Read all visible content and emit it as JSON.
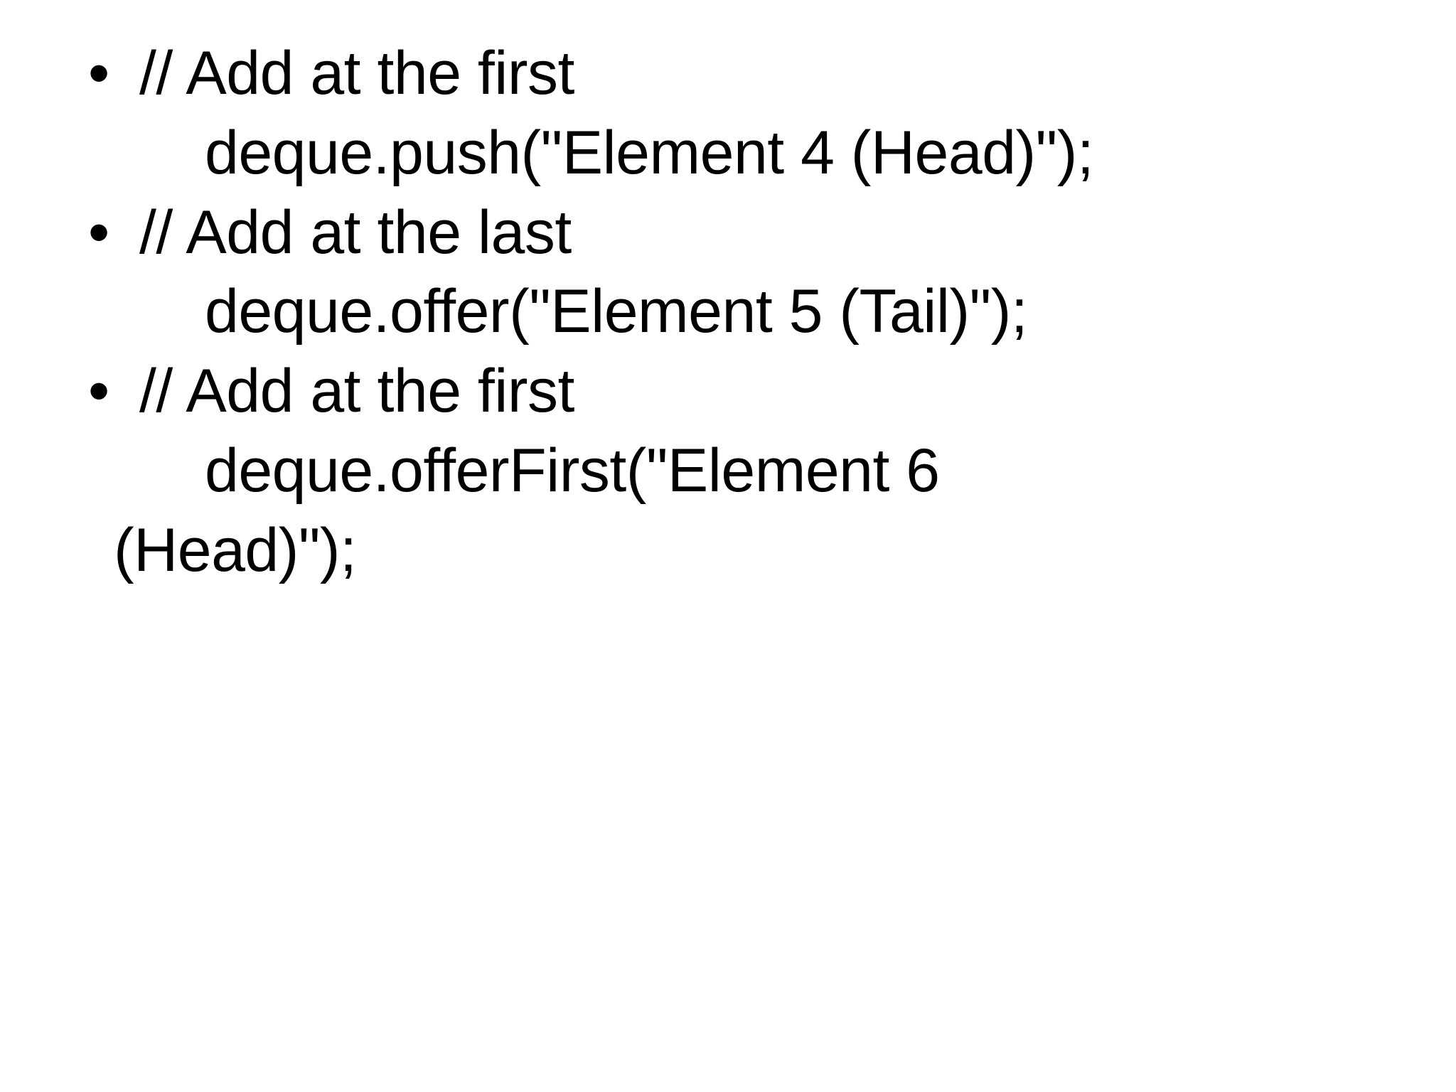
{
  "slide": {
    "background_color": "#FFFFFF",
    "text_color": "#000000",
    "bullet_glyph": "•",
    "blocks": [
      {
        "kind": "bullet",
        "text": "// Add at the first"
      },
      {
        "kind": "code",
        "text": "deque.push(\"Element 4 (Head)\");"
      },
      {
        "kind": "bullet",
        "text": "// Add at the last"
      },
      {
        "kind": "code",
        "text": "deque.offer(\"Element 5 (Tail)\");"
      },
      {
        "kind": "bullet",
        "text": "// Add at the first"
      },
      {
        "kind": "code_wrapped",
        "text_line_1": "deque.offerFirst(\"Element 6",
        "text_line_2": "(Head)\");"
      }
    ]
  }
}
